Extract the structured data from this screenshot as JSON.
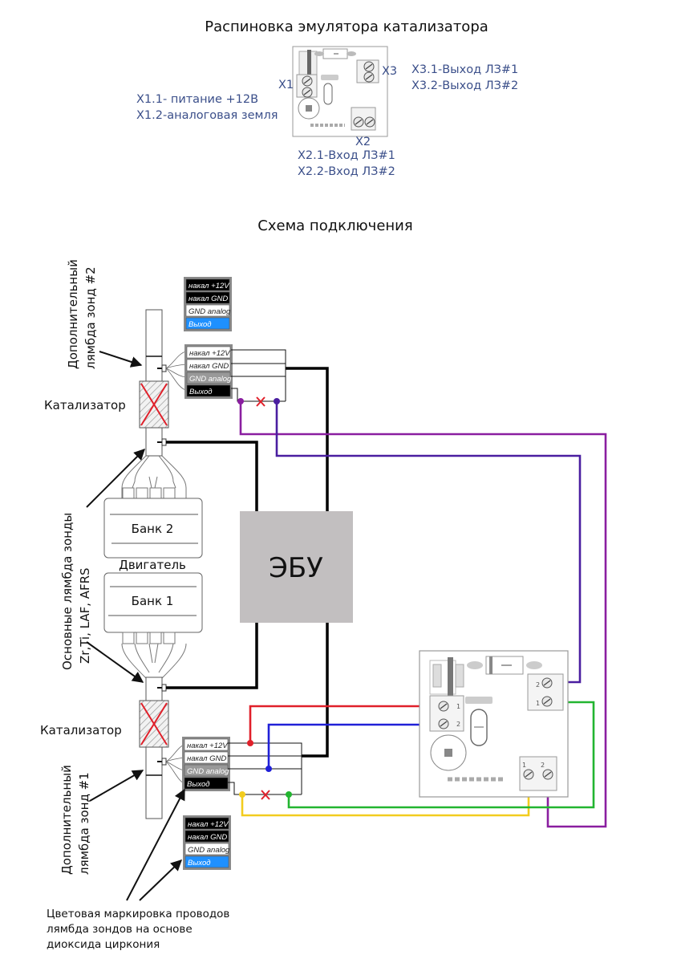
{
  "pinout": {
    "title": "Распиновка эмулятора катализатора",
    "x1_label": "X1",
    "x2_label": "X2",
    "x3_label": "X3",
    "x1_desc": [
      "X1.1- питание +12В",
      "X1.2-аналоговая земля"
    ],
    "x2_desc": [
      "X2.1-Вход ЛЗ#1",
      "X2.2-Вход ЛЗ#2"
    ],
    "x3_desc": [
      "X3.1-Выход ЛЗ#1",
      "X3.2-Выход ЛЗ#2"
    ]
  },
  "scheme": {
    "title": "Схема подключения",
    "ecu_label": "ЭБУ",
    "engine_label": "Двигатель",
    "bank2_label": "Банк 2",
    "bank1_label": "Банк 1",
    "catalyst_top_label": "Катализатор",
    "catalyst_bottom_label": "Катализатор",
    "extra_probe_2": [
      "Дополнительный",
      "лямбда зонд #2"
    ],
    "extra_probe_1": [
      "Дополнительный",
      "лямбда зонд #1"
    ],
    "main_probes": [
      "Основные лямбда зонды",
      "Zr,Ti, LAF, AFRS"
    ],
    "color_note": [
      "Цветовая маркировка проводов",
      "лямбда зондов на основе",
      "диоксида циркония"
    ]
  },
  "wire_legend": {
    "items": [
      {
        "label": "накал +12V",
        "bg": "#000000",
        "fg": "#ffffff"
      },
      {
        "label": "накал GND",
        "bg": "#000000",
        "fg": "#ffffff"
      },
      {
        "label": "GND analog",
        "bg": "#ffffff",
        "fg": "#222222"
      },
      {
        "label": "Выход",
        "bg": "#1e90ff",
        "fg": "#ffffff"
      }
    ]
  },
  "probe_connector": {
    "items": [
      {
        "label": "накал +12V",
        "bg": "#ffffff",
        "fg": "#222222"
      },
      {
        "label": "накал GND",
        "bg": "#ffffff",
        "fg": "#222222"
      },
      {
        "label": "GND analog",
        "bg": "#999999",
        "fg": "#ffffff"
      },
      {
        "label": "Выход",
        "bg": "#000000",
        "fg": "#ffffff"
      }
    ]
  },
  "wire_colors": {
    "power": "#e0202a",
    "analog_ground": "#2020d8",
    "probe1_in": "#f2cc1e",
    "probe1_out": "#22b530",
    "probe2_in": "#8a1ea0",
    "probe2_out": "#4a1ea0",
    "ecu_bus": "#000000",
    "cut_mark": "#e0202a",
    "ecu_fill": "#c2bfc0"
  },
  "pcb_pins": {
    "x1": [
      "1",
      "2"
    ],
    "x2": [
      "1",
      "2"
    ],
    "x3": [
      "1",
      "2"
    ]
  }
}
